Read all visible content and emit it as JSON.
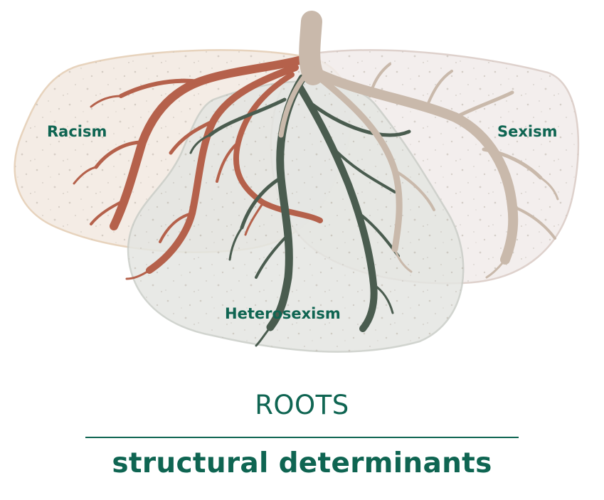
{
  "regions": {
    "racism": {
      "label": "Racism",
      "root_color": "#b5614b",
      "fill": "#f3ebe3"
    },
    "sexism": {
      "label": "Sexism",
      "root_color": "#c9b9ab",
      "fill": "#efe9e5"
    },
    "heterosexism": {
      "label": "Heterosexism",
      "root_color": "#4a5c4f",
      "fill": "#e4e6e2"
    }
  },
  "footer": {
    "heading": "ROOTS",
    "subheading": "structural determinants"
  },
  "colors": {
    "accent": "#0f6552"
  }
}
